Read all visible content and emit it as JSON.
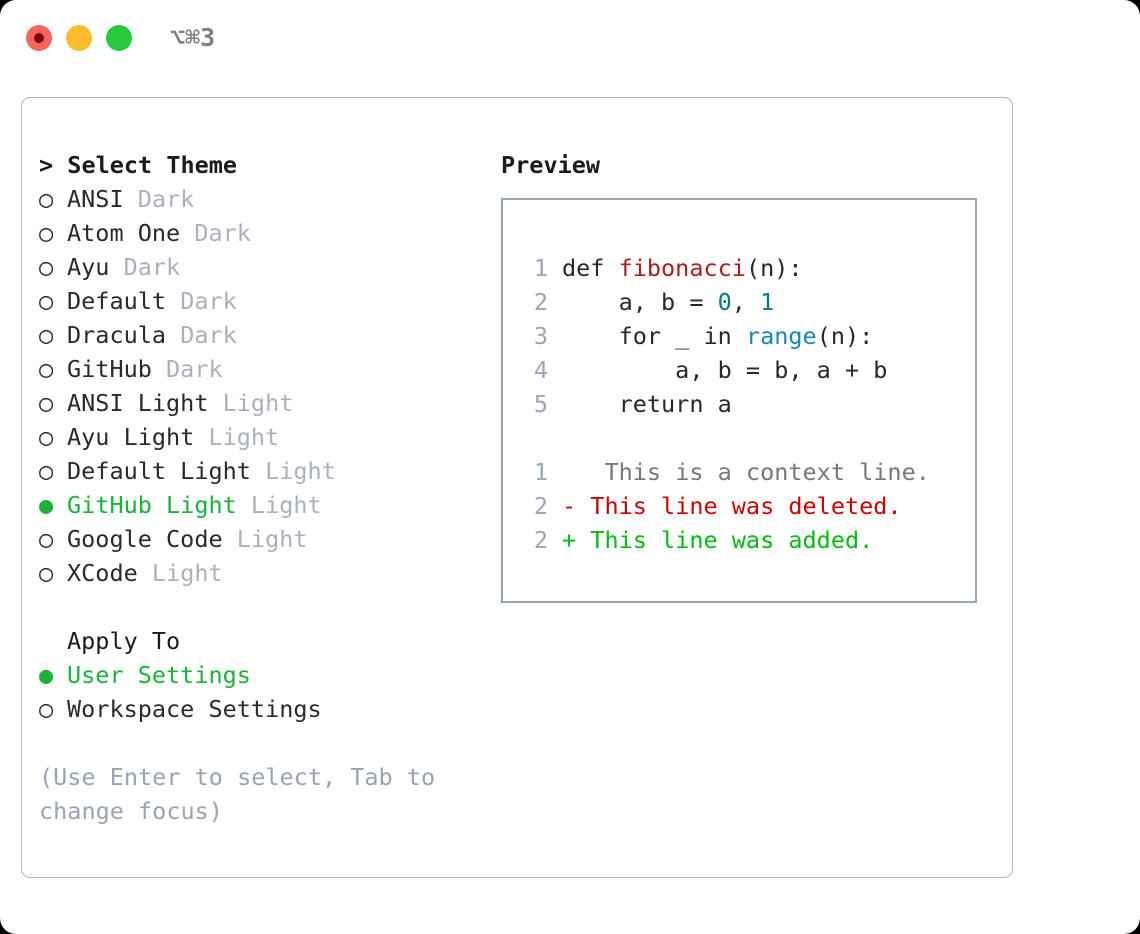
{
  "window": {
    "shortcut": "⌥⌘3",
    "traffic_lights": [
      {
        "name": "close",
        "color": "#f9655b"
      },
      {
        "name": "minimize",
        "color": "#fdbc2e"
      },
      {
        "name": "maximize",
        "color": "#28c840"
      }
    ]
  },
  "theme_list": {
    "header": "> Select Theme",
    "marker_unselected": "○",
    "marker_selected": "●",
    "items": [
      {
        "label": "ANSI",
        "kind": "Dark",
        "selected": false
      },
      {
        "label": "Atom One",
        "kind": "Dark",
        "selected": false
      },
      {
        "label": "Ayu",
        "kind": "Dark",
        "selected": false
      },
      {
        "label": "Default",
        "kind": "Dark",
        "selected": false
      },
      {
        "label": "Dracula",
        "kind": "Dark",
        "selected": false
      },
      {
        "label": "GitHub",
        "kind": "Dark",
        "selected": false
      },
      {
        "label": "ANSI Light",
        "kind": "Light",
        "selected": false
      },
      {
        "label": "Ayu Light",
        "kind": "Light",
        "selected": false
      },
      {
        "label": "Default Light",
        "kind": "Light",
        "selected": false
      },
      {
        "label": "GitHub Light",
        "kind": "Light",
        "selected": true
      },
      {
        "label": "Google Code",
        "kind": "Light",
        "selected": false
      },
      {
        "label": "XCode",
        "kind": "Light",
        "selected": false
      }
    ]
  },
  "apply_to": {
    "header": "Apply To",
    "items": [
      {
        "label": "User Settings",
        "selected": true
      },
      {
        "label": "Workspace Settings",
        "selected": false
      }
    ]
  },
  "hint": "(Use Enter to select, Tab to change focus)",
  "preview": {
    "title": "Preview",
    "code_lines": [
      {
        "number": "1",
        "tokens": [
          {
            "text": "def ",
            "style": "plain"
          },
          {
            "text": "fibonacci",
            "style": "func"
          },
          {
            "text": "(n):",
            "style": "plain"
          }
        ]
      },
      {
        "number": "2",
        "tokens": [
          {
            "text": "    a, b = ",
            "style": "plain"
          },
          {
            "text": "0",
            "style": "num"
          },
          {
            "text": ", ",
            "style": "plain"
          },
          {
            "text": "1",
            "style": "num"
          }
        ]
      },
      {
        "number": "3",
        "tokens": [
          {
            "text": "    for _ in ",
            "style": "plain"
          },
          {
            "text": "range",
            "style": "builtin"
          },
          {
            "text": "(n):",
            "style": "plain"
          }
        ]
      },
      {
        "number": "4",
        "tokens": [
          {
            "text": "        a, b = b, a + b",
            "style": "plain"
          }
        ]
      },
      {
        "number": "5",
        "tokens": [
          {
            "text": "    return a",
            "style": "plain"
          }
        ]
      }
    ],
    "diff_lines": [
      {
        "number": "1",
        "sign": " ",
        "text": "  This is a context line.",
        "style": "ctx"
      },
      {
        "number": "2",
        "sign": "-",
        "text": " This line was deleted.",
        "style": "del"
      },
      {
        "number": "2",
        "sign": "+",
        "text": " This line was added.",
        "style": "add"
      }
    ]
  },
  "colors": {
    "accent_green": "#19b33c",
    "muted": "#aab1bd",
    "hint": "#9aa3b2",
    "line_number": "#9aa5b8",
    "func": "#a81f1f",
    "number": "#007b83",
    "builtin": "#1a85b8",
    "diff_delete": "#cc0000",
    "diff_add": "#00bb11",
    "panel_border": "#aeb7c4",
    "preview_border": "#9aa5b4"
  }
}
